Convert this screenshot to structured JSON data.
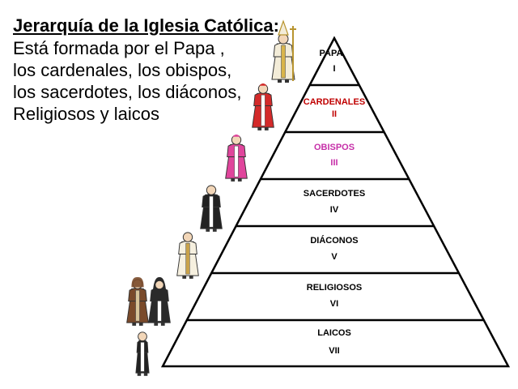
{
  "intro": {
    "title": "Jerarquía de la Iglesia Católica",
    "colon": ":",
    "lines": [
      "Está formada por el Papa ,",
      "los cardenales, los obispos,",
      "los sacerdotes, los diáconos,",
      "Religiosos y laicos"
    ]
  },
  "tiers": [
    {
      "name": "PAPA",
      "numeral": "I",
      "color": "#000000"
    },
    {
      "name": "CARDENALES",
      "numeral": "II",
      "color": "#c00000"
    },
    {
      "name": "OBISPOS",
      "numeral": "III",
      "color": "#c62fa8"
    },
    {
      "name": "SACERDOTES",
      "numeral": "IV",
      "color": "#000000"
    },
    {
      "name": "DIÁCONOS",
      "numeral": "V",
      "color": "#000000"
    },
    {
      "name": "RELIGIOSOS",
      "numeral": "VI",
      "color": "#000000"
    },
    {
      "name": "LAICOS",
      "numeral": "VII",
      "color": "#000000"
    }
  ],
  "figures": [
    {
      "name": "pope-figure-icon",
      "robe": "#f3ecd8",
      "accent": "#d9b44a"
    },
    {
      "name": "cardinal-figure-icon",
      "robe": "#d32a2a",
      "accent": "#ffffff"
    },
    {
      "name": "bishop-figure-icon",
      "robe": "#e0459c",
      "accent": "#ffffff"
    },
    {
      "name": "priest-figure-icon",
      "robe": "#222222",
      "accent": "#ffffff"
    },
    {
      "name": "deacon-figure-icon",
      "robe": "#f6f0df",
      "accent": "#c9a24a"
    },
    {
      "name": "friar-figure-icon",
      "robe": "#7a4a2a",
      "accent": "#d8c49a"
    },
    {
      "name": "nun-figure-icon",
      "robe": "#2a2a2a",
      "accent": "#ffffff"
    },
    {
      "name": "layperson-figure-icon",
      "robe": "#222222",
      "accent": "#ffffff"
    }
  ]
}
